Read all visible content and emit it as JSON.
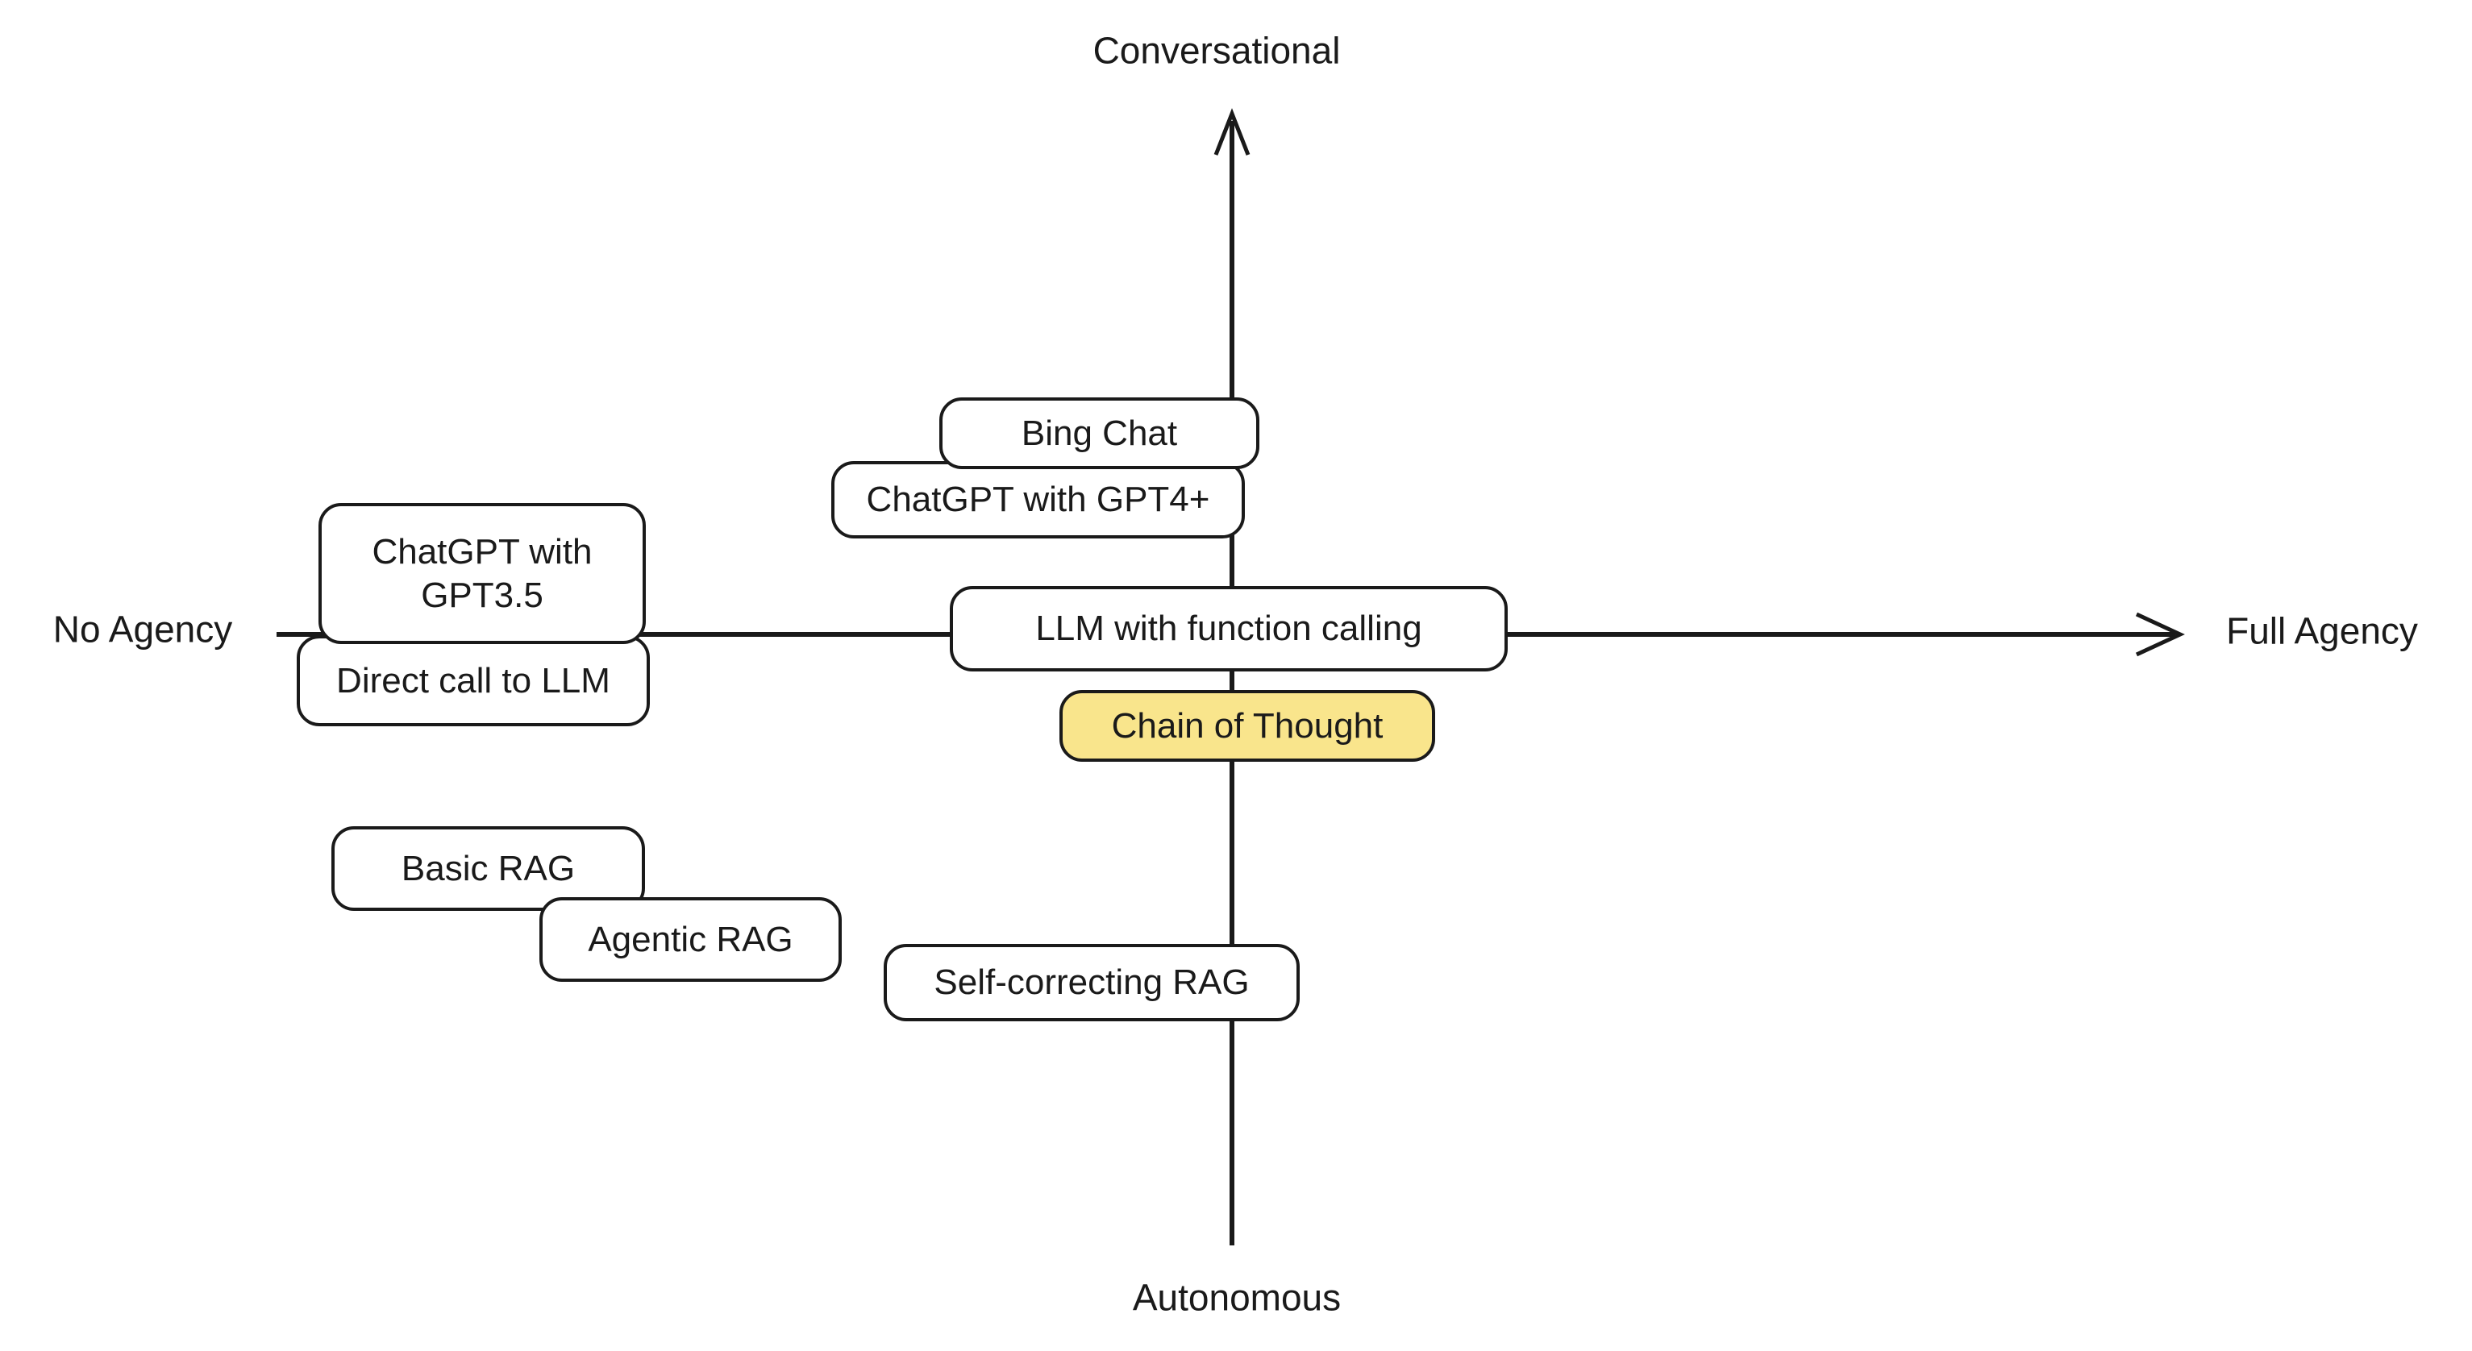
{
  "diagram": {
    "axis_labels": {
      "top": "Conversational",
      "bottom": "Autonomous",
      "left": "No Agency",
      "right": "Full Agency"
    },
    "nodes": [
      {
        "label": "Bing Chat",
        "highlighted": false
      },
      {
        "label": "ChatGPT with GPT4+",
        "highlighted": false
      },
      {
        "label": "ChatGPT with GPT3.5",
        "highlighted": false
      },
      {
        "label": "Direct call to LLM",
        "highlighted": false
      },
      {
        "label": "LLM with function calling",
        "highlighted": false
      },
      {
        "label": "Chain of Thought",
        "highlighted": true
      },
      {
        "label": "Basic RAG",
        "highlighted": false
      },
      {
        "label": "Agentic RAG",
        "highlighted": false
      },
      {
        "label": "Self-correcting RAG",
        "highlighted": false
      }
    ],
    "colors": {
      "stroke": "#1A1A1A",
      "node_fill": "#FFFFFF",
      "highlight_fill": "#F9E58C"
    }
  }
}
